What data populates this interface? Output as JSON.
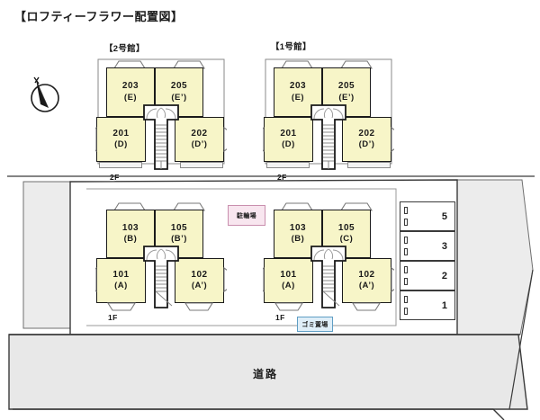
{
  "title": "【ロフティーフラワー配置図】",
  "compass": {
    "icon": "north-compass-icon",
    "label": "N"
  },
  "buildings": [
    {
      "id": "bldg-2-2f",
      "name": "【2号館】",
      "floor_tag": "2F",
      "floor": "2F",
      "units": [
        {
          "no": "203",
          "type": "(E)"
        },
        {
          "no": "205",
          "type": "(E’)"
        },
        {
          "no": "201",
          "type": "(D)"
        },
        {
          "no": "202",
          "type": "(D’)"
        }
      ]
    },
    {
      "id": "bldg-1-2f",
      "name": "【1号館】",
      "floor_tag": "2F",
      "floor": "2F",
      "units": [
        {
          "no": "203",
          "type": "(E)"
        },
        {
          "no": "205",
          "type": "(E’)"
        },
        {
          "no": "201",
          "type": "(D)"
        },
        {
          "no": "202",
          "type": "(D’)"
        }
      ]
    },
    {
      "id": "bldg-2-1f",
      "name": "",
      "floor_tag": "1F",
      "floor": "1F",
      "units": [
        {
          "no": "103",
          "type": "(B)"
        },
        {
          "no": "105",
          "type": "(B’)"
        },
        {
          "no": "101",
          "type": "(A)"
        },
        {
          "no": "102",
          "type": "(A’)"
        }
      ]
    },
    {
      "id": "bldg-1-1f",
      "name": "",
      "floor_tag": "1F",
      "floor": "1F",
      "units": [
        {
          "no": "103",
          "type": "(B)"
        },
        {
          "no": "105",
          "type": "(C)"
        },
        {
          "no": "101",
          "type": "(A)"
        },
        {
          "no": "102",
          "type": "(A’)"
        }
      ]
    }
  ],
  "facilities": {
    "bicycle_parking": "駐輪場",
    "garbage_area": "ゴミ置場"
  },
  "parking": {
    "stalls": [
      {
        "number": "5"
      },
      {
        "number": "3"
      },
      {
        "number": "2"
      },
      {
        "number": "1"
      }
    ]
  },
  "road": {
    "label": "道路"
  },
  "colors": {
    "unit_fill": "#f7f5c8",
    "site_fill": "#ffffff",
    "road_fill": "#e8e8e8",
    "outside_fill": "#ececec",
    "bike_fill": "#f8e6ef",
    "trash_fill": "#dfeef8",
    "line": "#1a1a1a"
  }
}
